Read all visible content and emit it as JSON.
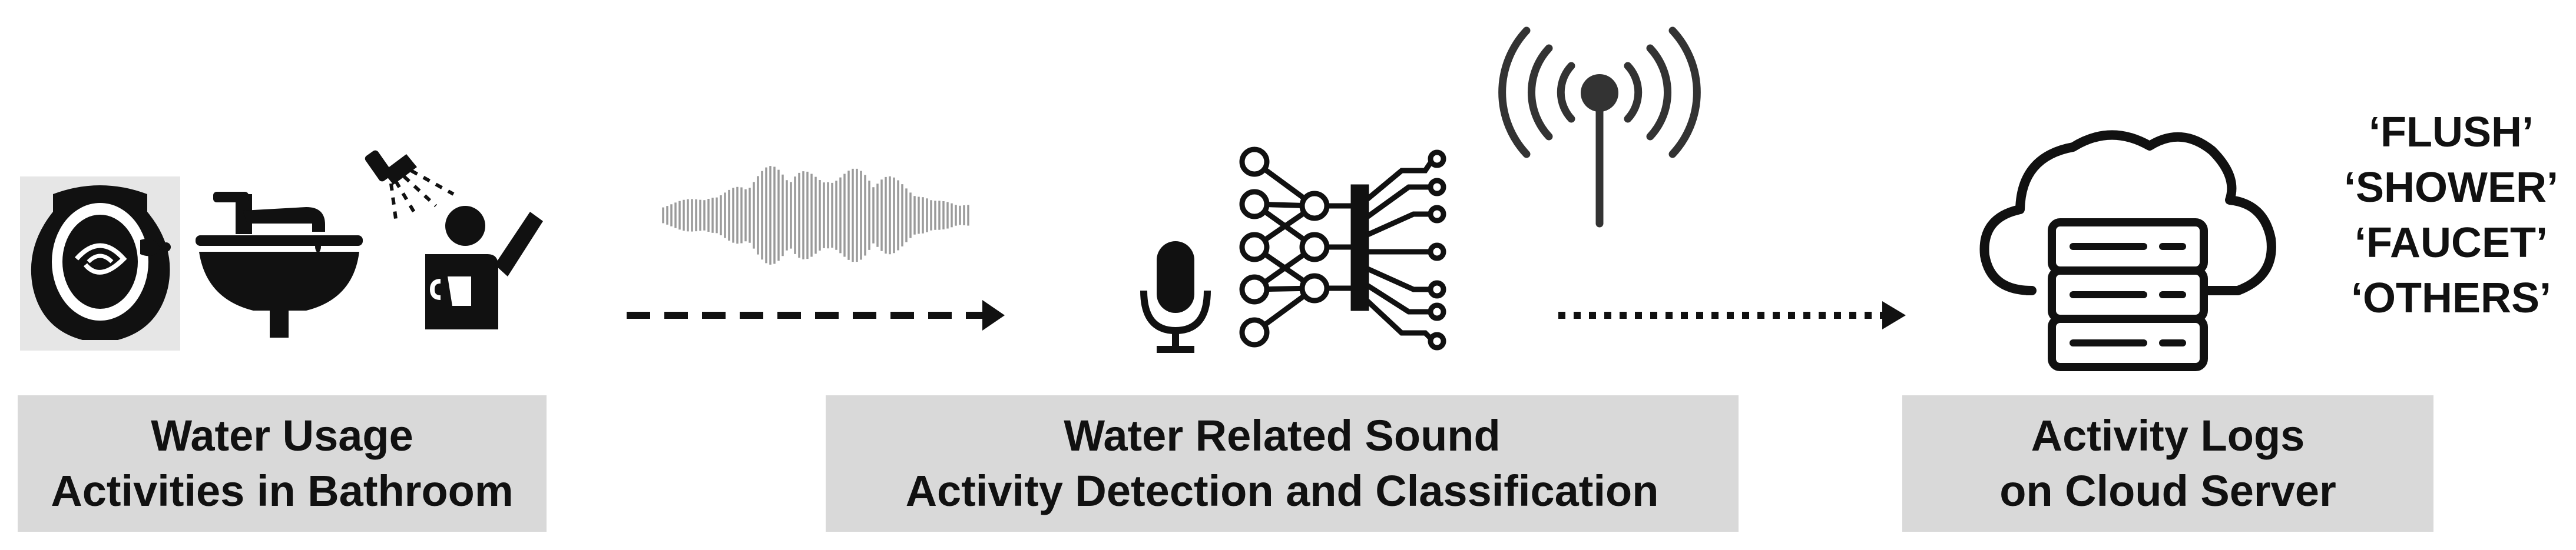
{
  "stages": [
    {
      "line1": "Water Usage",
      "line2": "Activities in Bathroom",
      "icons": [
        "toilet-icon",
        "sink-faucet-icon",
        "shower-person-icon"
      ]
    },
    {
      "line1": "Water Related Sound",
      "line2": "Activity Detection and Classification",
      "icons": [
        "sound-waveform-icon",
        "microphone-icon",
        "neural-network-icon",
        "wireless-antenna-icon"
      ]
    },
    {
      "line1": "Activity Logs",
      "line2": "on Cloud Server",
      "icons": [
        "cloud-server-icon"
      ]
    }
  ],
  "arrows": [
    {
      "style": "dashed"
    },
    {
      "style": "dotted"
    }
  ],
  "classes": [
    "‘FLUSH’",
    "‘SHOWER’",
    "‘FAUCET’",
    "‘OTHERS’"
  ],
  "colors": {
    "icon": "#111111",
    "label_bg": "#d9d9d9",
    "waveform": "#9a9a9a",
    "antenna": "#333333"
  }
}
